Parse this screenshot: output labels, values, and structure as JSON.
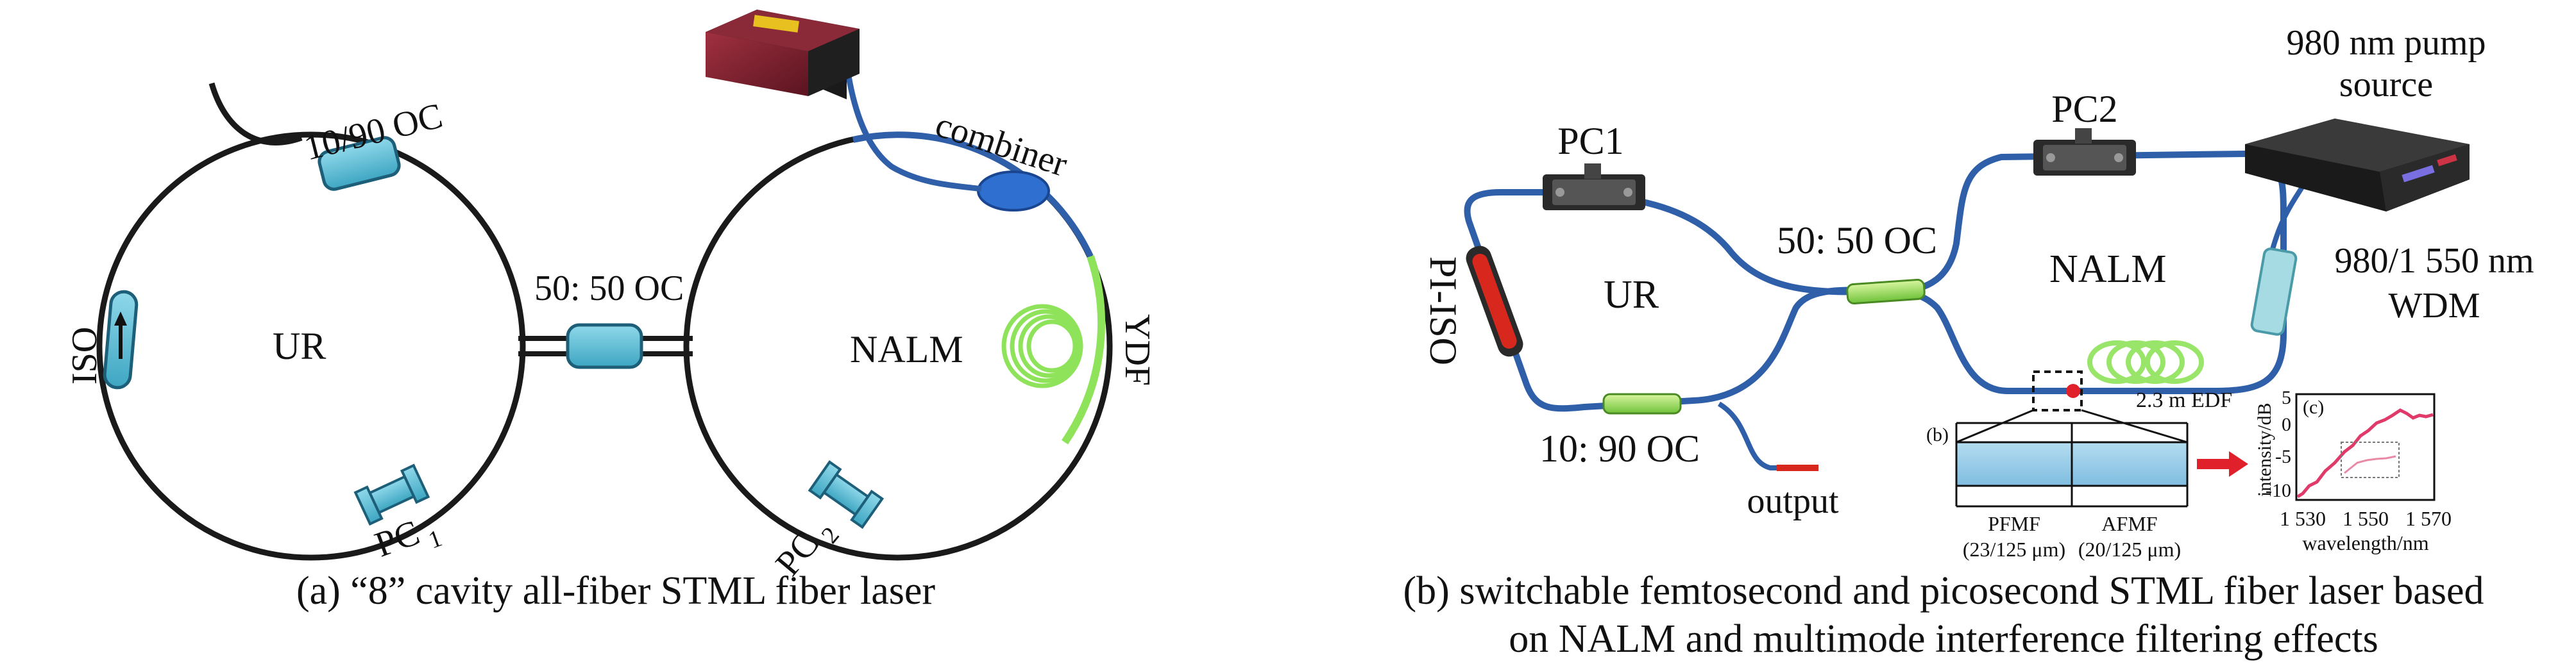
{
  "panel_a": {
    "labels": {
      "oc_1090": "10/90 OC",
      "oc_5050": "50: 50 OC",
      "combiner": "combiner",
      "iso": "ISO",
      "ur": "UR",
      "nalm": "NALM",
      "ydf": "YDF",
      "pc1_main": "PC",
      "pc1_sub": "1",
      "pc2_main": "PC",
      "pc2_sub": "2"
    },
    "caption": "(a) “8” cavity all-fiber STML fiber laser"
  },
  "panel_b": {
    "labels": {
      "pump_line1": "980 nm pump",
      "pump_line2": "source",
      "pc1": "PC1",
      "pc2": "PC2",
      "oc_5050": "50: 50 OC",
      "oc_1090": "10: 90 OC",
      "pi_iso": "PI-ISO",
      "ur": "UR",
      "nalm": "NALM",
      "wdm_line1": "980/1 550 nm",
      "wdm_line2": "WDM",
      "edf": "2.3 m EDF",
      "output": "output"
    },
    "inset_b": {
      "tag": "(b)",
      "pfmf": "PFMF",
      "pfmf_dim": "(23/125 μm)",
      "afmf": "AFMF",
      "afmf_dim": "(20/125 μm)"
    },
    "inset_c": {
      "tag": "(c)",
      "ylabel": "intensity/dB",
      "xlabel": "wavelength/nm",
      "yticks": [
        "5",
        "0",
        "-5",
        "-10"
      ],
      "xticks": [
        "1 530",
        "1 550",
        "1 570"
      ]
    },
    "caption_line1": "(b) switchable femtosecond and picosecond STML fiber laser based",
    "caption_line2": "on NALM and multimode interference filtering effects"
  },
  "colors": {
    "fiber_blue": "#2f5fa8",
    "component_cyan": "#5bbfd6",
    "ydf_green": "#8fe35a",
    "iso_red": "#d8281e",
    "pump_maroon": "#7a1f2a",
    "spectrum_pink": "#e03a6a"
  }
}
